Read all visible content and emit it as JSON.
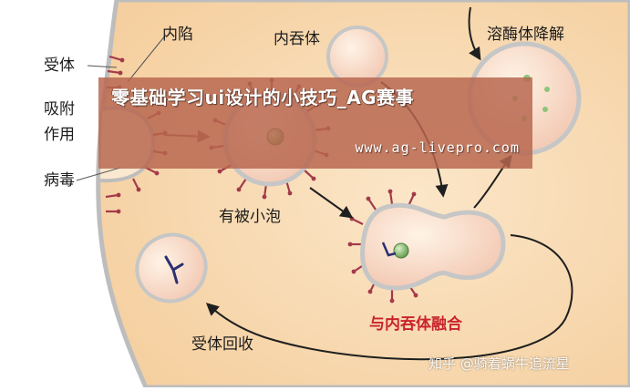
{
  "labels": {
    "invagination": "内陷",
    "endosome": "内吞体",
    "lysosome_degradation": "溶酶体降解",
    "receptor": "受体",
    "adsorption_line1": "吸附",
    "adsorption_line2": "作用",
    "virus": "病毒",
    "coated_vesicle": "有被小泡",
    "fusion_with_endosome": "与内吞体融合",
    "receptor_recycling": "受体回收"
  },
  "banner": {
    "title": "零基础学习ui设计的小技巧_AG赛事",
    "url": "www.ag-livepro.com"
  },
  "watermark": "知乎 @骑着蜗牛追流星",
  "colors": {
    "cytoplasm": "#f8d9b0",
    "membrane": "#bdbdbd",
    "spike": "#a33a4a",
    "virus": "#7fb86b",
    "receptor": "#2a2f6e",
    "label_red": "#c9252f",
    "banner_bg": "#b7674f"
  }
}
